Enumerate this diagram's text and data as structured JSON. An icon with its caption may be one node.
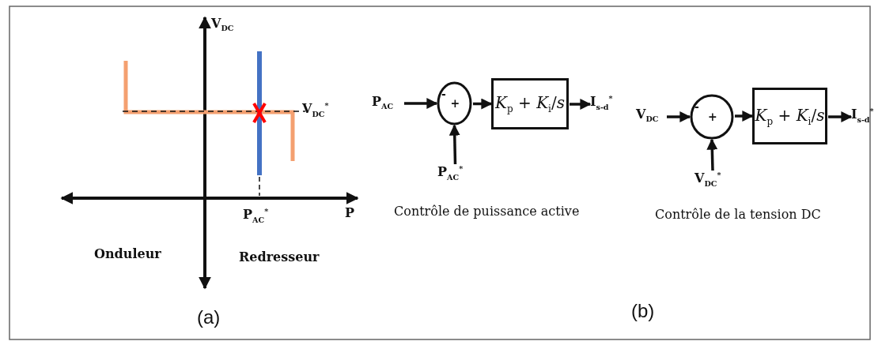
{
  "diagram": {
    "nodes": [
      {
        "text": [
          "P$_{AC}$"
        ]
      },
      {
        "text": [
          "-",
          "+"
        ]
      },
      {
        "text": [
          "*K*$_{p}$ + *K*$_{i}$/*s*"
        ]
      },
      {
        "text": [
          "I$_{s-d}$$^{*}$"
        ]
      },
      {
        "text": [
          "P$_{AC}$$^{*}$"
        ]
      },
      {
        "text": [
          "V$_{DC}$"
        ]
      },
      {
        "text": [
          "-",
          "+"
        ]
      },
      {
        "text": [
          "*K*$_{p}$ + *K*$_{i}$/*s*"
        ]
      },
      {
        "text": [
          "I$_{s-d}$$^{*}$"
        ]
      },
      {
        "text": [
          "V$_{DC}$$^{*}$"
        ]
      }
    ],
    "edges": [
      {
        "from": 0,
        "to": 1,
        "arrow": "to"
      },
      {
        "from": 4,
        "to": 1,
        "arrow": "to"
      },
      {
        "from": 1,
        "to": 2,
        "arrow": "to"
      },
      {
        "from": 2,
        "to": 3,
        "arrow": "to"
      },
      {
        "from": 5,
        "to": 6,
        "arrow": "to"
      },
      {
        "from": 9,
        "to": 6,
        "arrow": "to"
      },
      {
        "from": 6,
        "to": 7,
        "arrow": "to"
      },
      {
        "from": 7,
        "to": 8,
        "arrow": "to"
      }
    ],
    "labels": [
      "V$_{DC}$",
      "V$_{DC}$$^{*}$",
      "P",
      "P$_{AC}$$^{*}$",
      "Onduleur",
      "Redresseur",
      "(a)",
      "Contrôle de puissance active",
      "Contrôle de la tension DC",
      "(b)"
    ]
  }
}
